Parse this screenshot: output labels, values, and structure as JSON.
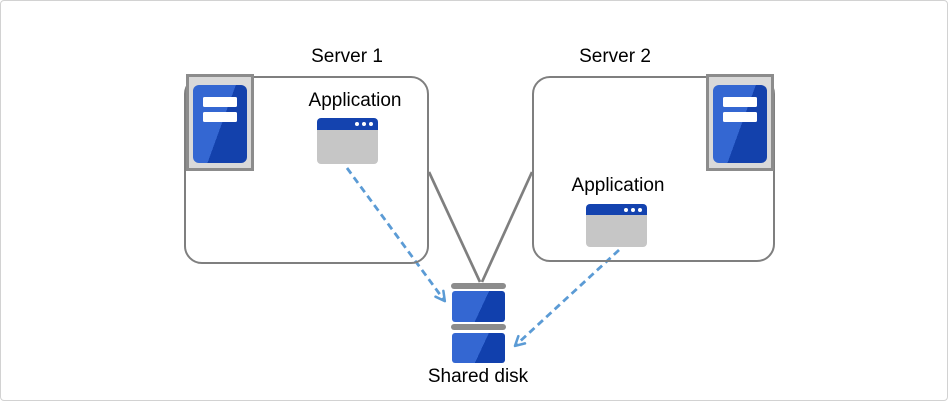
{
  "diagram": {
    "nodes": {
      "server1": {
        "label": "Server 1",
        "icon": "server-tower-icon"
      },
      "server2": {
        "label": "Server 2",
        "icon": "server-tower-icon"
      },
      "app1": {
        "label": "Application",
        "icon": "app-window-icon"
      },
      "app2": {
        "label": "Application",
        "icon": "app-window-icon"
      },
      "shared_disk": {
        "label": "Shared disk",
        "icon": "disk-stack-icon"
      }
    },
    "edges": [
      {
        "from": "server1",
        "to": "shared_disk",
        "style": "solid",
        "color": "#7f7f7f"
      },
      {
        "from": "server2",
        "to": "shared_disk",
        "style": "solid",
        "color": "#7f7f7f"
      },
      {
        "from": "app1",
        "to": "shared_disk",
        "style": "dashed-arrow",
        "color": "#5b9bd5"
      },
      {
        "from": "app2",
        "to": "shared_disk",
        "style": "dashed-arrow",
        "color": "#5b9bd5"
      }
    ],
    "colors": {
      "canvas_border": "#d2d2d2",
      "box_border": "#7f7f7f",
      "connector_gray": "#7f7f7f",
      "arrow_blue": "#5b9bd5",
      "icon_blue_light": "#3467d2",
      "icon_blue_dark": "#1341ac",
      "window_titlebar_blue": "#1443af",
      "window_body_gray": "#c6c6c6",
      "icon_frame_fill": "#d9d9d9",
      "icon_frame_border": "#8c8c8c",
      "disk_bar_gray": "#8c8c8c",
      "text": "#000000"
    }
  }
}
